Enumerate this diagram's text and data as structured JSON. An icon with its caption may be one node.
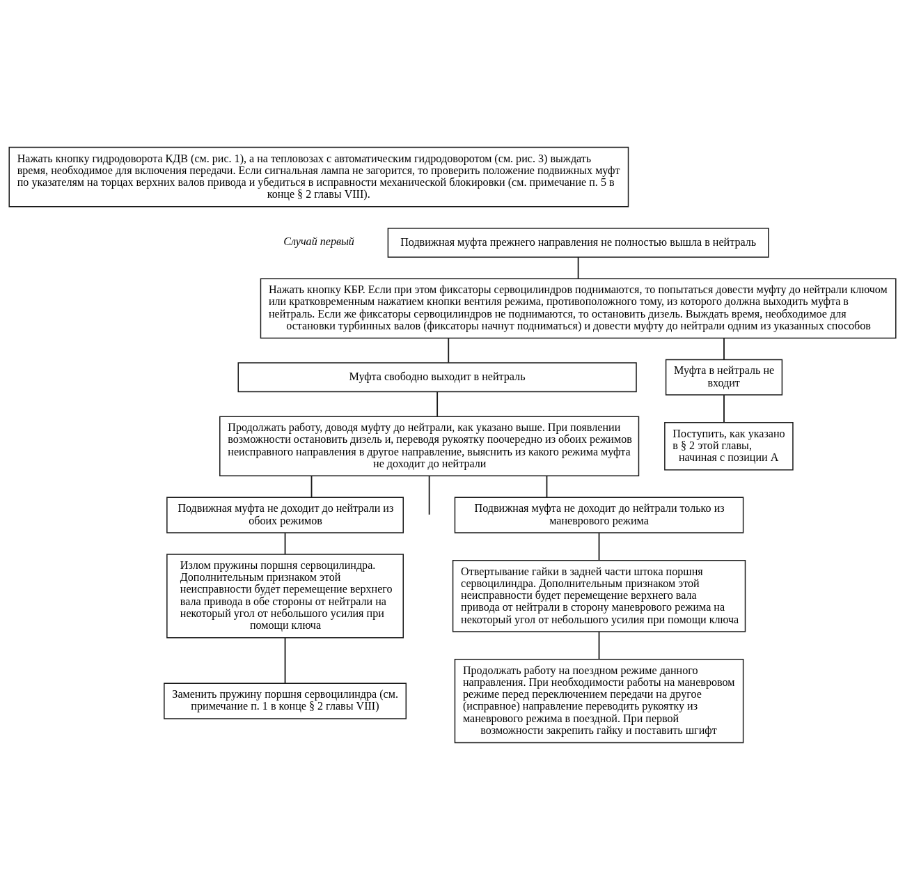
{
  "diagram": {
    "nodes": [
      {
        "text": [
          "Нажать кнопку гидродоворота КДВ (см. рис. 1), а на тепловозах с автоматическим гидродоворотом (см. рис. 3) выждать время, необходимое для включения передачи. Если сигнальная лампа не загорится, то проверить положение подвижных муфт по указателям на торцах верхних валов привода и убедиться в исправности механической блокировки (см. примечание п. 5 в конце § 2 главы VIII)."
        ]
      },
      {
        "text": [
          "Подвижная муфта прежнего направления не полностью вышла в нейтраль"
        ]
      },
      {
        "text": [
          "Нажать кнопку КБР. Если при этом фиксаторы сервоцилиндров поднимаются, то попытаться довести муфту до нейтрали ключом или кратковременным нажатием кнопки вентиля режима, противоположного тому, из которого должна выходить муфта в нейтраль. Если же фиксаторы сервоцилиндров не поднимаются, то остановить дизель. Выждать время, необходимое для остановки турбинных валов (фиксаторы начнут подниматься) и довести муфту до нейтрали одним из указанных способов"
        ]
      },
      {
        "text": [
          "Муфта свободно выходит в нейтраль"
        ]
      },
      {
        "text": [
          "Муфта в нейтраль не входит"
        ]
      },
      {
        "text": [
          "Продолжать работу, доводя муфту до нейтрали, как указано выше. При появлении возможности остановить дизель и, переводя рукоятку поочередно из обоих режимов неисправного направления в другое направление, выяснить из какого режима муфта не доходит до нейтрали"
        ]
      },
      {
        "text": [
          "Поступить, как указано в § 2 этой главы, начиная с позиции А"
        ]
      },
      {
        "text": [
          "Подвижная муфта не доходит до нейтрали из обоих режимов"
        ]
      },
      {
        "text": [
          "Подвижная муфта не доходит до нейтрали только из маневрового режима"
        ]
      },
      {
        "text": [
          "Излом пружины поршня сервоцилиндра. Дополнительным признаком этой неисправности будет перемещение верхнего вала привода в обе стороны от нейтрали на некоторый угол от небольшого усилия при помощи ключа"
        ]
      },
      {
        "text": [
          "Отвертывание гайки в задней части штока поршня сервоцилиндра. Дополнительным признаком этой неисправности будет перемещение верхнего вала привода от нейтрали в сторону маневрового режима на некоторый угол от небольшого усилия при помощи ключа"
        ]
      },
      {
        "text": [
          "Заменить пружину поршня сервоцилиндра (см. примечание п. 1 в конце § 2 главы VIII)"
        ]
      },
      {
        "text": [
          "Продолжать работу на поездном режиме данного направления. При необходимости работы на маневровом режиме перед переключением передачи на другое (исправное) направление переводить рукоятку из маневрового режима в поездной. При первой возможности закрепить гайку и поставить шгифт"
        ]
      }
    ],
    "edges": [
      {
        "from": 1,
        "to": 2,
        "arrow": "none"
      },
      {
        "from": 2,
        "to": 3,
        "arrow": "none"
      },
      {
        "from": 2,
        "to": 4,
        "arrow": "none"
      },
      {
        "from": 3,
        "to": 5,
        "arrow": "none"
      },
      {
        "from": 4,
        "to": 6,
        "arrow": "none"
      },
      {
        "from": 5,
        "to": 7,
        "arrow": "none"
      },
      {
        "from": 5,
        "to": null,
        "arrow": "none"
      },
      {
        "from": 5,
        "to": 8,
        "arrow": "none"
      },
      {
        "from": 7,
        "to": 9,
        "arrow": "none"
      },
      {
        "from": 8,
        "to": 10,
        "arrow": "none"
      },
      {
        "from": 9,
        "to": 11,
        "arrow": "none"
      },
      {
        "from": 10,
        "to": 12,
        "arrow": "none"
      }
    ],
    "labels": [
      "Случай первый"
    ]
  }
}
